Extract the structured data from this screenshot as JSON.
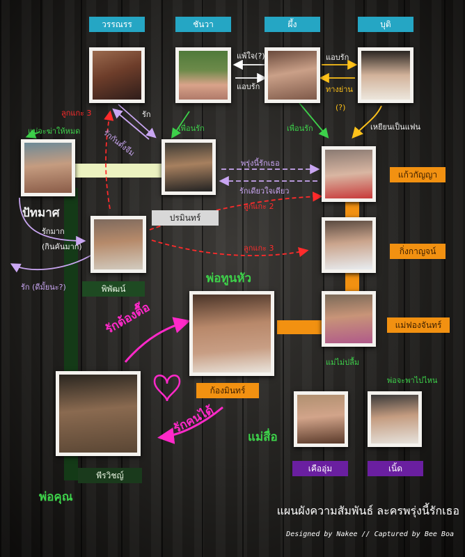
{
  "top_names": [
    "วรรณรร",
    "ชันวา",
    "ผึ้ง",
    "บุติ"
  ],
  "names": {
    "patamas": "ปัทมาศ",
    "pramin": "ปรมินทร์",
    "pipat": "พิพัฒน์",
    "kaewkanya": "แก้วกัญญา",
    "kingkanya": "กิ่งกาญจน์",
    "mae_fongjan": "แม่ฟองจันทร์",
    "kongmin": "ก้องมินทร์",
    "pirawit": "พีรวิชญ์",
    "kee_om": "เคืออุ่ม",
    "neut": "เนิ้ด"
  },
  "labels": {
    "p_fai_jai": "แพ้ใจ(?)",
    "aob_rak_left": "แอบรัก",
    "aob_rak_right": "แอบรัก",
    "tang_yang": "ทางย่าน",
    "q_mark": "(?)",
    "look_kae_3a": "ลูกแกะ 3",
    "rak_short": "รัก",
    "rak_kin_tang": "รักกันตั้งจีม",
    "puean_rak_left": "เพื่อนรัก",
    "puean_rak_right": "เพื่อนรัก",
    "paen_pen_faen": "เหยียนเป็นแฟน",
    "mae_ja_hai": "แม่จะฆ่าให้หมด",
    "prung_nee": "พรุ่งนี้รักเธอ",
    "rak_diao": "รักเดียวใจเดียว",
    "look_kae_2": "ลูกแกะ 2",
    "look_kae_3b": "ลูกแกะ 3",
    "rak_mak": "รักมาก",
    "kin_kan_mak": "(กินคันมาก)",
    "rak_dee": "รัก (ดีมั้ยนะ?)",
    "por_toon_hua": "พ่อทูนหัว",
    "rak_tong_tue": "รักต้องตื๊อ",
    "mae_mai_pleum": "แม่ไม่ปลื้ม",
    "mae_sue": "แม่สื่อ",
    "por_ja_pai": "พ่อจะพาไปไหน",
    "rak_kon_dai": "รักคนได้",
    "por_koon": "พ่อคุณ"
  },
  "title": "แผนผังความสัมพันธ์ ละครพรุ่งนี้รักเธอ",
  "credit": "Designed by Nakee // Captured by Bee Boa",
  "colors": {
    "orange": "#f29111",
    "cyan": "#25a6c4",
    "green_label": "#3dd14a",
    "red": "#ff2b2b",
    "lilac": "#c9a6f2",
    "yellow": "#ffc21a",
    "magenta": "#ff29c9",
    "dark_green": "#143a17",
    "cream": "#ecf2c0"
  }
}
